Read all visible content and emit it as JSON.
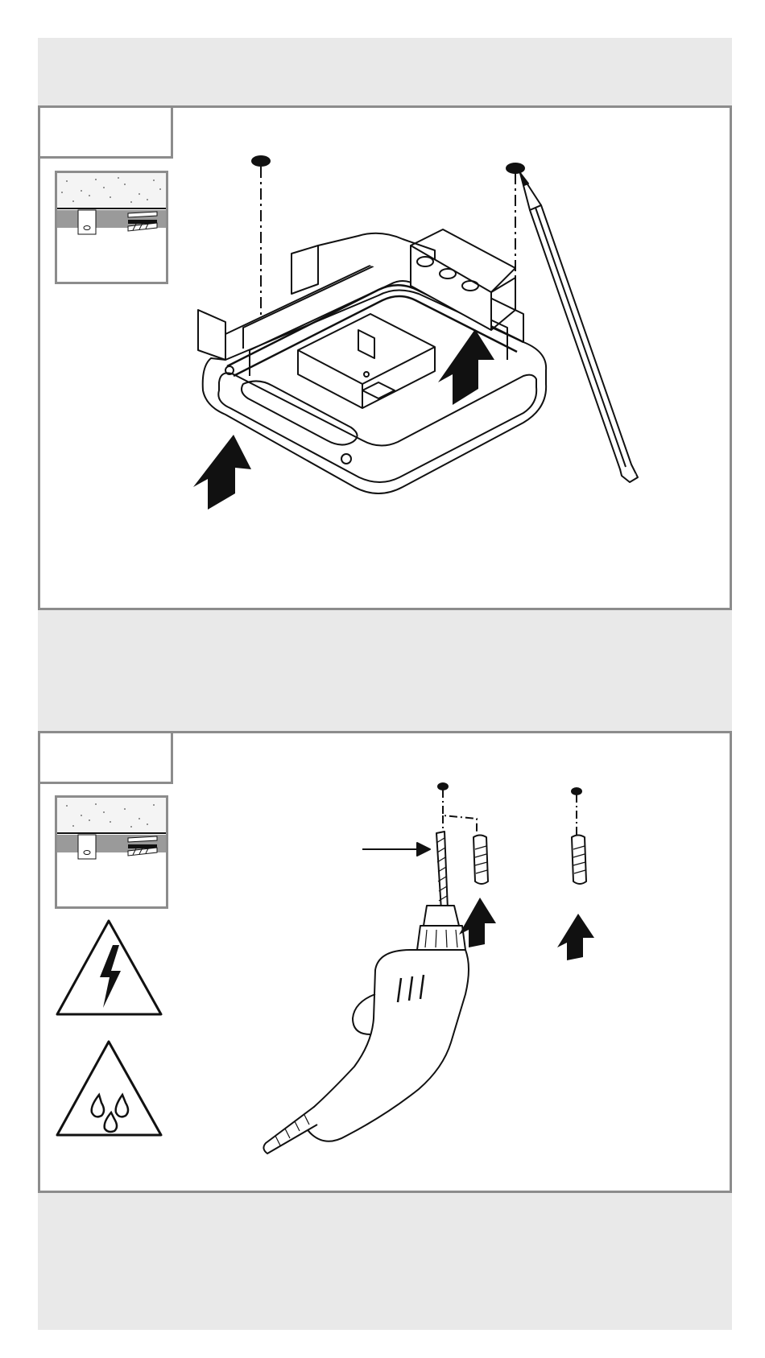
{
  "document": {
    "type": "installation-instructions",
    "steps": [
      {
        "step_number": "",
        "thumbnail_icon": "ceiling-wall-section-icon",
        "illustration": "junction-box-marking-with-pencil"
      },
      {
        "step_number": "",
        "thumbnail_icon": "ceiling-wall-section-icon",
        "warning_icons": [
          "electric-hazard-warning-icon",
          "water-hazard-warning-icon"
        ],
        "illustration": "drilling-holes-and-inserting-wall-plugs"
      }
    ]
  },
  "colors": {
    "band": "#e9e9e9",
    "frame": "#8c8c8c",
    "ink": "#111111"
  }
}
